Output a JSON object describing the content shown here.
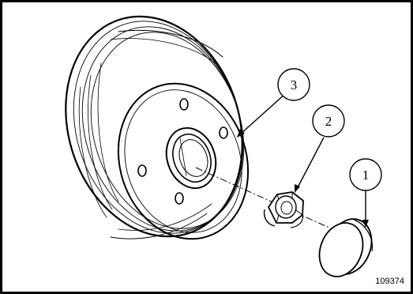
{
  "diagram": {
    "reference_number": "109374",
    "callouts": [
      {
        "label": "3",
        "part": "brake-drum"
      },
      {
        "label": "2",
        "part": "hub-nut"
      },
      {
        "label": "1",
        "part": "hub-cap"
      }
    ]
  }
}
